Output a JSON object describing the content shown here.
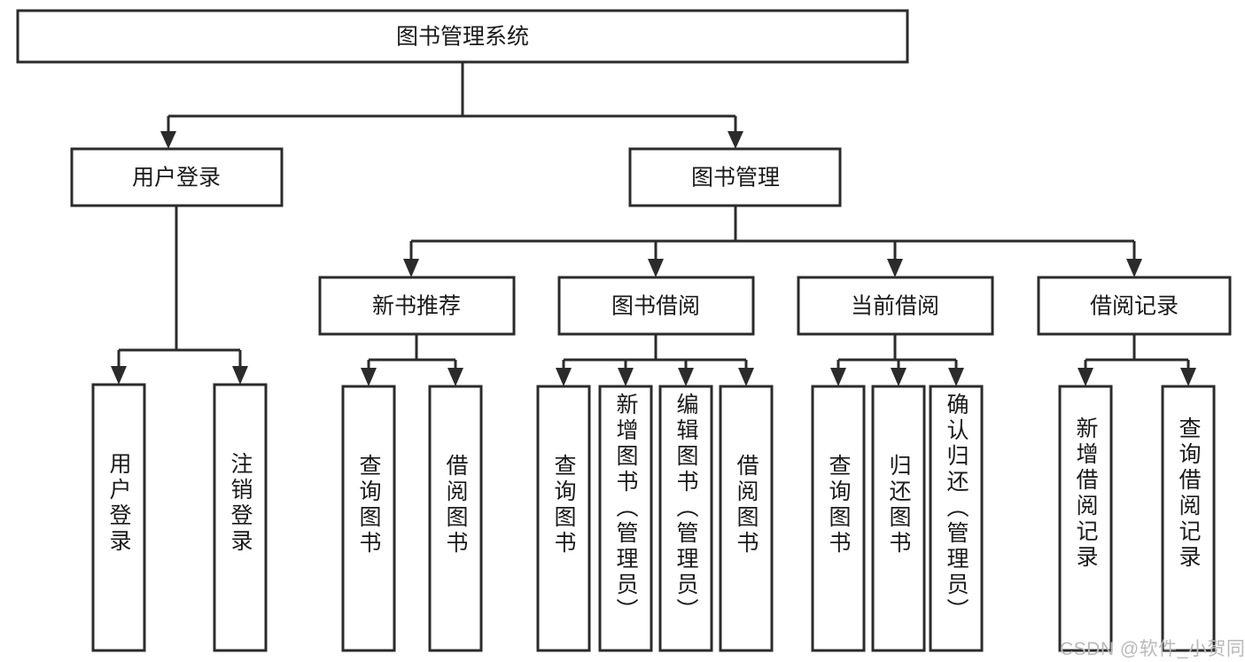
{
  "diagram": {
    "type": "tree",
    "title": "图书管理系统",
    "orientation": "top-down",
    "colors": {
      "box_fill": "#ffffff",
      "box_stroke": "#2b2b2b",
      "text": "#1a1a1a",
      "background": "#ffffff",
      "watermark": "#b9b9b9"
    },
    "root": {
      "id": "root",
      "label": "图书管理系统",
      "level": 1
    },
    "level2": [
      {
        "id": "user-login",
        "label": "用户登录",
        "level": 2
      },
      {
        "id": "book-management",
        "label": "图书管理",
        "level": 2
      }
    ],
    "level3": [
      {
        "id": "new-book-recommend",
        "label": "新书推荐",
        "level": 3,
        "parent": "book-management"
      },
      {
        "id": "book-borrow",
        "label": "图书借阅",
        "level": 3,
        "parent": "book-management"
      },
      {
        "id": "current-borrow",
        "label": "当前借阅",
        "level": 3,
        "parent": "book-management"
      },
      {
        "id": "borrow-record",
        "label": "借阅记录",
        "level": 3,
        "parent": "book-management"
      }
    ],
    "leaves": [
      {
        "id": "leaf-user-login",
        "label": "用户登录",
        "parent": "user-login"
      },
      {
        "id": "leaf-user-logout",
        "label": "注销登录",
        "parent": "user-login"
      },
      {
        "id": "leaf-query-book-1",
        "label": "查询图书",
        "parent": "new-book-recommend"
      },
      {
        "id": "leaf-borrow-book-1",
        "label": "借阅图书",
        "parent": "new-book-recommend"
      },
      {
        "id": "leaf-query-book-2",
        "label": "查询图书",
        "parent": "book-borrow"
      },
      {
        "id": "leaf-add-book",
        "label": "新增图书（管理员）",
        "parent": "book-borrow"
      },
      {
        "id": "leaf-edit-book",
        "label": "编辑图书（管理员）",
        "parent": "book-borrow"
      },
      {
        "id": "leaf-borrow-book-2",
        "label": "借阅图书",
        "parent": "book-borrow"
      },
      {
        "id": "leaf-query-book-3",
        "label": "查询图书",
        "parent": "current-borrow"
      },
      {
        "id": "leaf-return-book",
        "label": "归还图书",
        "parent": "current-borrow"
      },
      {
        "id": "leaf-confirm-return",
        "label": "确认归还（管理员）",
        "parent": "current-borrow"
      },
      {
        "id": "leaf-add-borrow-record",
        "label": "新增借阅记录",
        "parent": "borrow-record"
      },
      {
        "id": "leaf-query-borrow-record",
        "label": "查询借阅记录",
        "parent": "borrow-record"
      }
    ]
  },
  "watermark": {
    "text": "CSDN @软件_小贺同学"
  }
}
